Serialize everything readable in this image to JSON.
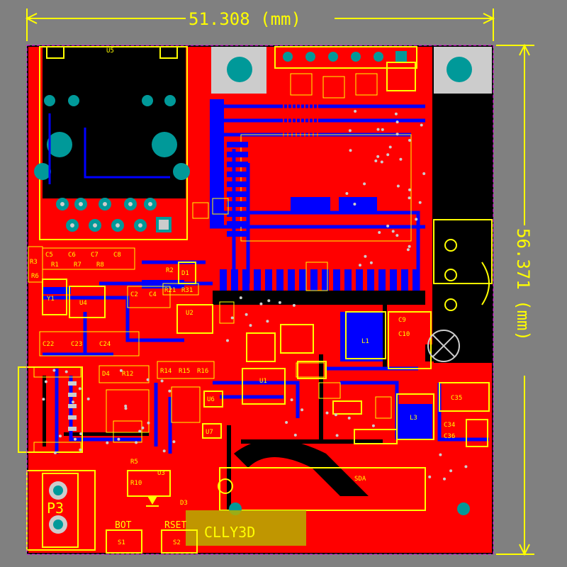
{
  "dimensions": {
    "width": "51.308 (mm)",
    "height": "56.371 (mm)"
  },
  "labels": {
    "u5": "U5",
    "p3": "P3",
    "boot": "BOT",
    "reset": "RSET",
    "l1": "L1",
    "l3": "L3",
    "u3": "U3",
    "d3": "D3",
    "u1": "U1",
    "c9": "C9",
    "c10": "C10",
    "c35": "C35",
    "c34": "C34",
    "c36": "C36",
    "u6": "U6",
    "u7": "U7",
    "r10": "R10",
    "r5": "R5",
    "u4": "U4",
    "r2": "R2",
    "r3": "R3",
    "r6": "R6",
    "u2": "U2",
    "d1": "D1",
    "y1": "Y1",
    "c5": "C5",
    "c6": "C6",
    "c7": "C7",
    "c8": "C8",
    "c22": "C22",
    "c23": "C23",
    "c24": "C24",
    "c2": "C2",
    "c4": "C4",
    "r21": "R21",
    "r31": "R31",
    "r1": "R1",
    "r7": "R7",
    "r8": "R8",
    "r12": "R12",
    "r14": "R14",
    "r15": "R15",
    "r16": "R16",
    "d4": "D4",
    "sdata": "SDA",
    "s1": "S1",
    "s2": "S2",
    "logo": "CLLY3D"
  },
  "colors": {
    "background": "#808080",
    "board": "#000000",
    "top_copper": "#ff0000",
    "bottom_copper": "#0000ff",
    "silkscreen": "#ffff00",
    "pad": "#cccccc",
    "via": "#009999",
    "keepout": "#ff00ff"
  }
}
